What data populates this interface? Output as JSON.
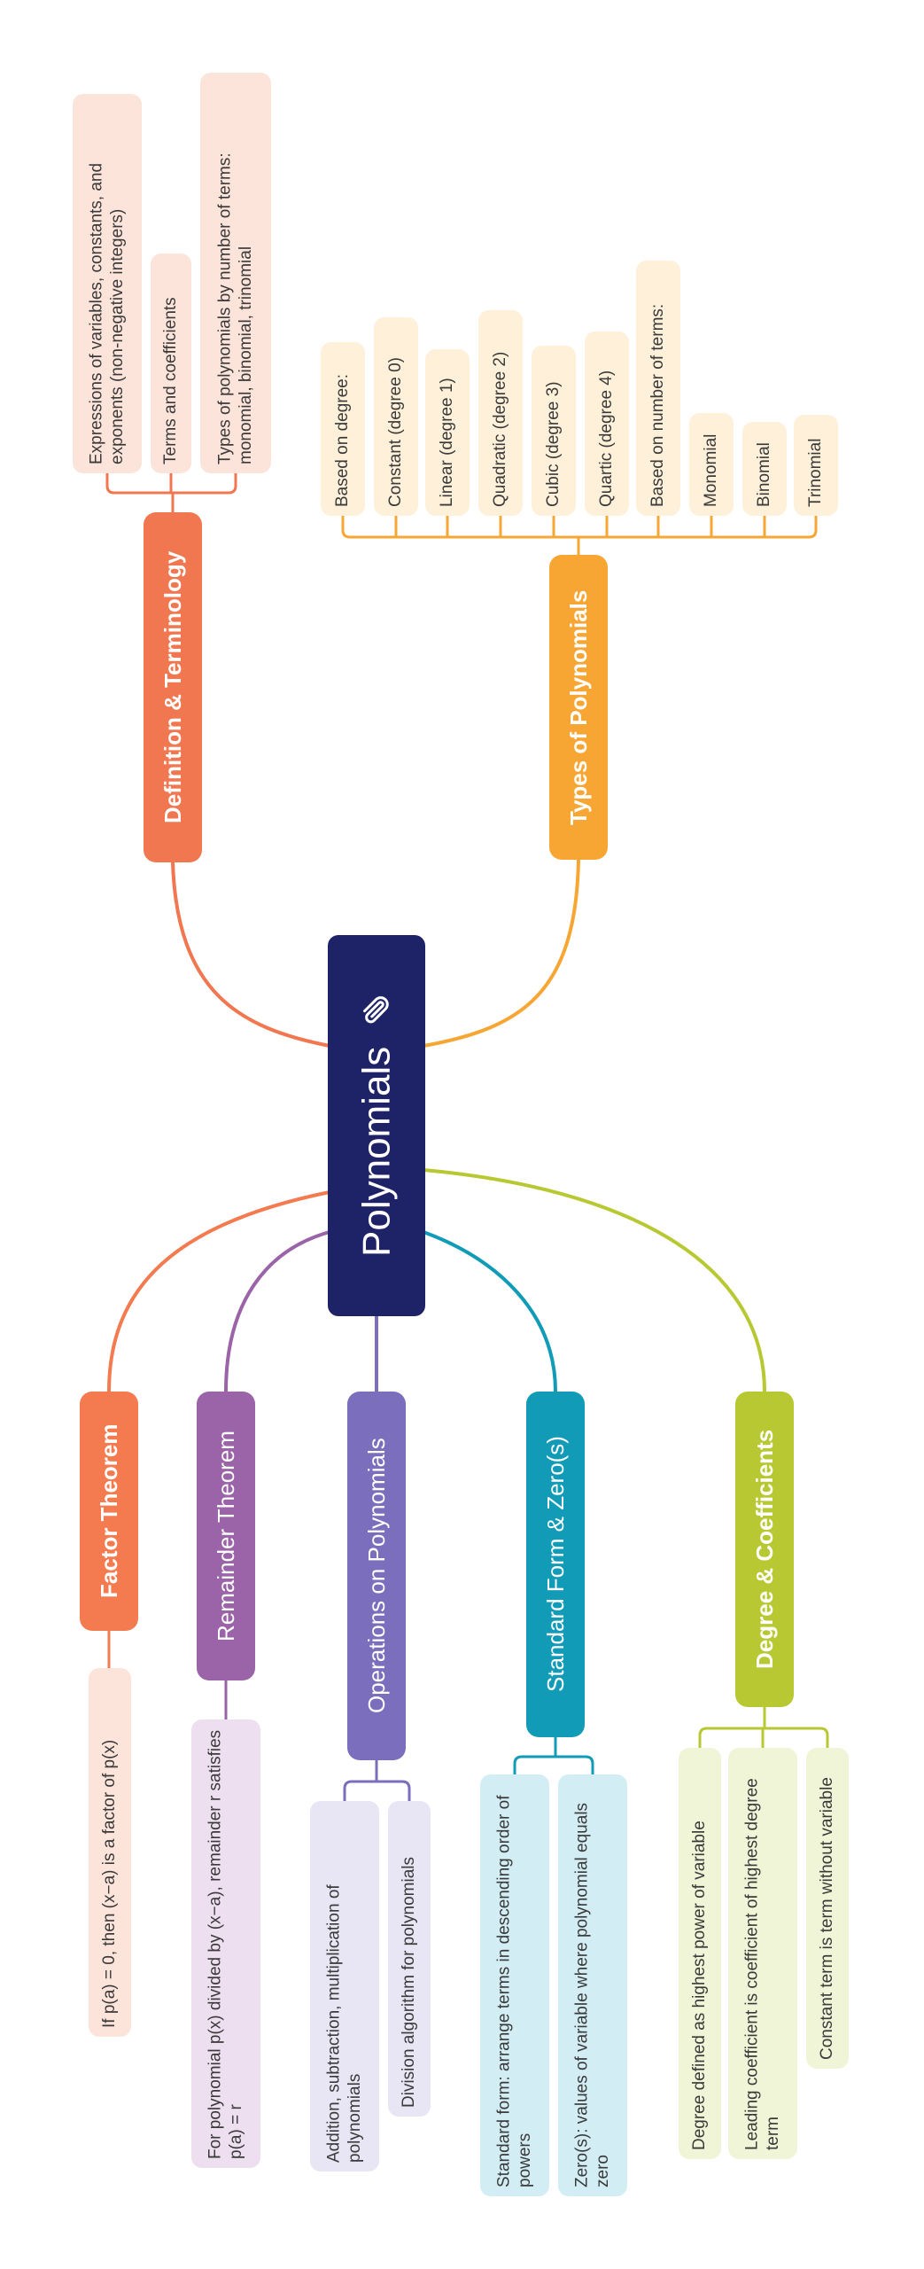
{
  "colors": {
    "center": "#1e2266",
    "definition": "#f0774f",
    "types": "#f7a634",
    "factor": "#f47a4f",
    "remainder": "#9b63a8",
    "operations": "#7b6fbd",
    "standard": "#119bb7",
    "degree": "#b7c832"
  },
  "center": {
    "title": "Polynomials",
    "icon": "paperclip-icon"
  },
  "branches": [
    {
      "id": "definition",
      "label": "Definition & Terminology",
      "children": [
        "Expressions of variables, constants, and exponents (non-negative integers)",
        "Terms and coefficients",
        "Types of polynomials by number of terms: monomial, binomial, trinomial"
      ]
    },
    {
      "id": "types",
      "label": "Types of Polynomials",
      "children": [
        "Based on degree:",
        "Constant (degree 0)",
        "Linear (degree 1)",
        "Quadratic (degree 2)",
        "Cubic (degree 3)",
        "Quartic (degree 4)",
        "Based on number of terms:",
        "Monomial",
        "Binomial",
        "Trinomial"
      ]
    },
    {
      "id": "factor",
      "label": "Factor Theorem",
      "children": [
        "If p(a) = 0, then (x−a) is a factor of p(x)"
      ]
    },
    {
      "id": "remainder",
      "label": "Remainder Theorem",
      "children": [
        "For polynomial p(x) divided by (x−a), remainder r satisfies p(a) = r"
      ]
    },
    {
      "id": "operations",
      "label": "Operations on Polynomials",
      "children": [
        "Addition, subtraction, multiplication of polynomials",
        "Division algorithm for polynomials"
      ]
    },
    {
      "id": "standard",
      "label": "Standard Form & Zero(s)",
      "children": [
        "Standard form: arrange terms in descending order of powers",
        "Zero(s): values of variable where polynomial equals zero"
      ]
    },
    {
      "id": "degree",
      "label": "Degree & Coefficients",
      "children": [
        "Degree defined as highest power of variable",
        "Leading coefficient is coefficient of highest degree term",
        "Constant term is term without variable"
      ]
    }
  ]
}
